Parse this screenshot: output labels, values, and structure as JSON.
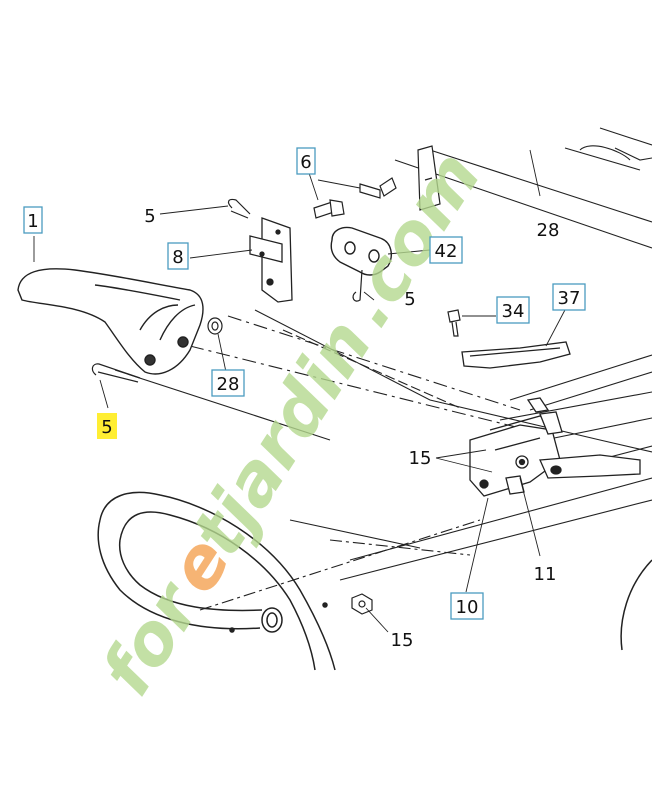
{
  "diagram": {
    "callouts": [
      {
        "id": "c1",
        "label": "1",
        "boxed": true,
        "highlight": false
      },
      {
        "id": "c5a",
        "label": "5",
        "boxed": false,
        "highlight": false
      },
      {
        "id": "c6",
        "label": "6",
        "boxed": true,
        "highlight": false
      },
      {
        "id": "c8",
        "label": "8",
        "boxed": true,
        "highlight": false
      },
      {
        "id": "c42",
        "label": "42",
        "boxed": true,
        "highlight": false
      },
      {
        "id": "c5b",
        "label": "5",
        "boxed": false,
        "highlight": false
      },
      {
        "id": "c28a",
        "label": "28",
        "boxed": false,
        "highlight": false
      },
      {
        "id": "c28b",
        "label": "28",
        "boxed": true,
        "highlight": false
      },
      {
        "id": "c5c",
        "label": "5",
        "boxed": false,
        "highlight": true
      },
      {
        "id": "c34",
        "label": "34",
        "boxed": true,
        "highlight": false
      },
      {
        "id": "c37",
        "label": "37",
        "boxed": true,
        "highlight": false
      },
      {
        "id": "c15a",
        "label": "15",
        "boxed": false,
        "highlight": false
      },
      {
        "id": "c11",
        "label": "11",
        "boxed": false,
        "highlight": false
      },
      {
        "id": "c10",
        "label": "10",
        "boxed": true,
        "highlight": false
      },
      {
        "id": "c15b",
        "label": "15",
        "boxed": false,
        "highlight": false
      }
    ],
    "colors": {
      "line": "#222222",
      "box": "#4a9cc0",
      "highlight": "#ffee33",
      "watermark_green": "#b5d98f",
      "watermark_orange": "#f5a85c"
    }
  },
  "watermark": {
    "text_a": "for",
    "text_dot": "e",
    "text_b": "tjardin",
    "text_c": ".com"
  }
}
